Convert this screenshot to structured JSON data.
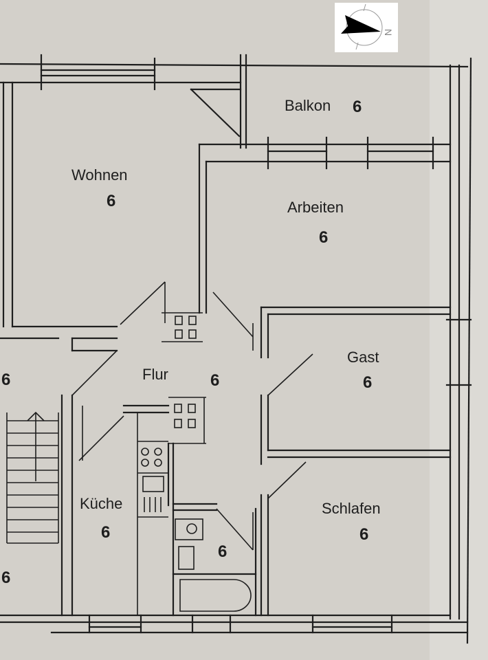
{
  "compass": {
    "north_label": "N"
  },
  "rooms": {
    "balkon": {
      "name": "Balkon",
      "number": "6"
    },
    "wohnen": {
      "name": "Wohnen",
      "number": "6"
    },
    "arbeiten": {
      "name": "Arbeiten",
      "number": "6"
    },
    "gast": {
      "name": "Gast",
      "number": "6"
    },
    "flur": {
      "name": "Flur",
      "number": "6"
    },
    "kueche": {
      "name": "Küche",
      "number": "6"
    },
    "schlafen": {
      "name": "Schlafen",
      "number": "6"
    },
    "bad": {
      "number": "6"
    },
    "left_upper": {
      "number": "6"
    },
    "left_lower": {
      "number": "6"
    }
  }
}
